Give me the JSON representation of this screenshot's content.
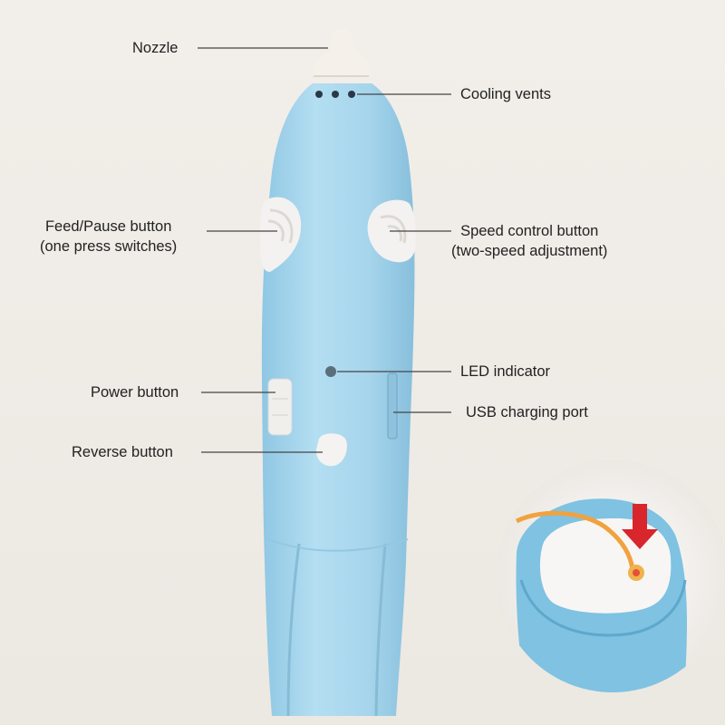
{
  "labels": {
    "nozzle": "Nozzle",
    "cooling_vents": "Cooling vents",
    "feed_pause_line1": "Feed/Pause button",
    "feed_pause_line2": "(one press switches)",
    "speed_line1": "Speed control button",
    "speed_line2": "(two-speed adjustment)",
    "led": "LED indicator",
    "power": "Power button",
    "usb": "USB charging port",
    "reverse": "Reverse button"
  },
  "colors": {
    "pen_body": "#a9d8ef",
    "pen_shadow": "#8cc4e0",
    "buttons": "#f3f2f0",
    "filament": "#f0a040",
    "arrow": "#d8262c",
    "leader_lines": "#444444"
  }
}
